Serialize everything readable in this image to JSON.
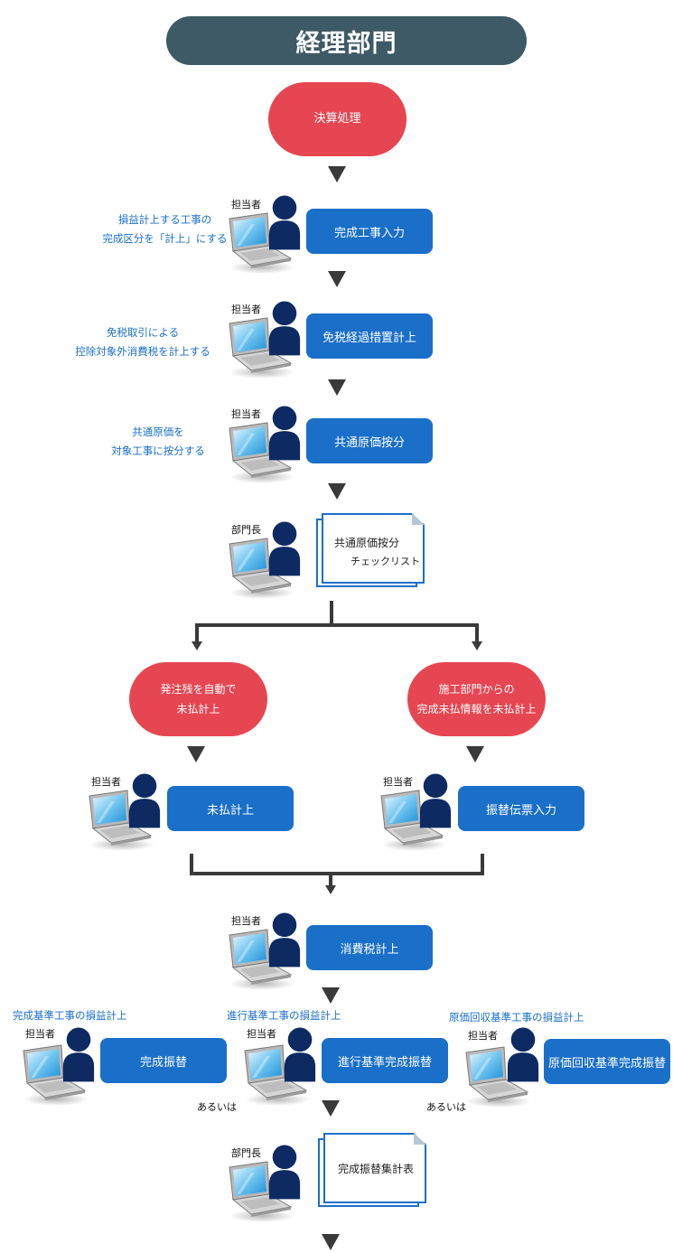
{
  "header": {
    "title": "経理部門"
  },
  "start": {
    "label": "決算処理"
  },
  "roles": {
    "staff": "担当者",
    "manager": "部門長"
  },
  "steps": [
    {
      "note": [
        "損益計上する工事の",
        "完成区分を「計上」にする"
      ],
      "role": "担当者",
      "label": "完成工事入力"
    },
    {
      "note": [
        "免税取引による",
        "控除対象外消費税を計上する"
      ],
      "role": "担当者",
      "label": "免税経過措置計上"
    },
    {
      "note": [
        "共通原価を",
        "対象工事に按分する"
      ],
      "role": "担当者",
      "label": "共通原価按分"
    }
  ],
  "checklist": {
    "role": "部門長",
    "line1": "共通原価按分",
    "line2": "チェックリスト"
  },
  "branches": [
    {
      "event": [
        "発注残を自動で",
        "未払計上"
      ],
      "role": "担当者",
      "label": "未払計上"
    },
    {
      "event": [
        "施工部門からの",
        "完成未払情報を未払計上"
      ],
      "role": "担当者",
      "label": "振替伝票入力"
    }
  ],
  "tax": {
    "role": "担当者",
    "label": "消費税計上"
  },
  "transfers": [
    {
      "note": "完成基準工事の損益計上",
      "role": "担当者",
      "label": "完成振替"
    },
    {
      "note": "進行基準工事の損益計上",
      "role": "担当者",
      "label": "進行基準完成振替"
    },
    {
      "note": "原価回収基準工事の損益計上",
      "role": "担当者",
      "label": "原価回収基準完成振替"
    }
  ],
  "or_label": "あるいは",
  "summary": {
    "role": "部門長",
    "label": "完成振替集計表"
  },
  "colors": {
    "header": "#3d5a66",
    "event": "#e64652",
    "process": "#1a6fc9",
    "person": "#0d2a63",
    "arrow": "#3a3a3a"
  }
}
